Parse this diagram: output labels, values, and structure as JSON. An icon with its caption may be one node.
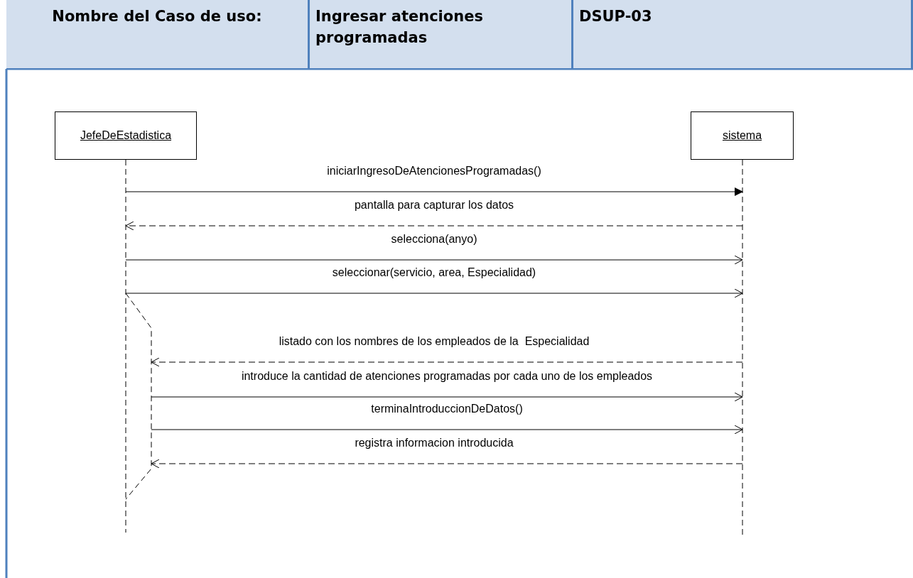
{
  "diagram": {
    "nodes": [
      {
        "text": [
          "JefeDeEstadistica"
        ]
      },
      {
        "text": [
          "sistema"
        ]
      }
    ],
    "edges": [
      {
        "from": 0,
        "to": 1,
        "arrow": "to",
        "label": "iniciarIngresoDeAtencionesProgramadas()"
      },
      {
        "from": 1,
        "to": 0,
        "arrow": "to",
        "style": "dashed",
        "label": "pantalla para capturar los datos"
      },
      {
        "from": 0,
        "to": 1,
        "arrow": "to",
        "label": "selecciona(anyo)"
      },
      {
        "from": 0,
        "to": 1,
        "arrow": "to",
        "label": "seleccionar(servicio, area, Especialidad)"
      },
      {
        "from": 1,
        "to": 0,
        "arrow": "to",
        "style": "dashed",
        "label": "listado con los nombres de los empleados de la  Especialidad"
      },
      {
        "from": 0,
        "to": 1,
        "arrow": "to",
        "label": "introduce la cantidad de atenciones programadas por cada uno de los empleados"
      },
      {
        "from": 0,
        "to": 1,
        "arrow": "to",
        "label": "terminaIntroduccionDeDatos()"
      },
      {
        "from": 1,
        "to": 0,
        "arrow": "to",
        "style": "dashed",
        "label": "registra informacion introducida"
      }
    ],
    "labels": [
      "Nombre del Caso de uso:",
      "Ingresar atenciones programadas",
      "DSUP-03"
    ]
  }
}
